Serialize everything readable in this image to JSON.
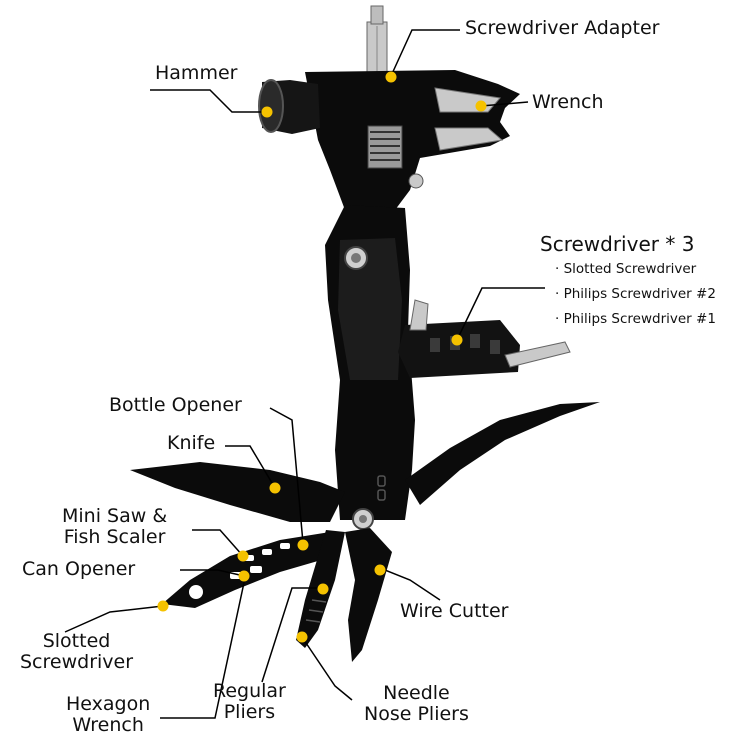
{
  "colors": {
    "tool": "#0b0b0b",
    "steel": "#c9c9c9",
    "dot": "#f5c200",
    "leader": "#000000"
  },
  "labels": {
    "screwdriver_adapter": "Screwdriver Adapter",
    "hammer": "Hammer",
    "wrench": "Wrench",
    "screwdriver_set": {
      "title": "Screwdriver * 3",
      "items": [
        "· Slotted Screwdriver",
        "· Philips Screwdriver #2",
        "· Philips Screwdriver #1"
      ]
    },
    "bottle_opener": "Bottle Opener",
    "knife": "Knife",
    "mini_saw": [
      "Mini Saw &",
      "Fish Scaler"
    ],
    "can_opener": "Can Opener",
    "slotted_screwdriver": [
      "Slotted",
      "Screwdriver"
    ],
    "wire_cutter": "Wire Cutter",
    "hexagon_wrench": [
      "Hexagon",
      "Wrench"
    ],
    "regular_pliers": [
      "Regular",
      "Pliers"
    ],
    "needle_nose_pliers": [
      "Needle",
      "Nose Pliers"
    ]
  }
}
